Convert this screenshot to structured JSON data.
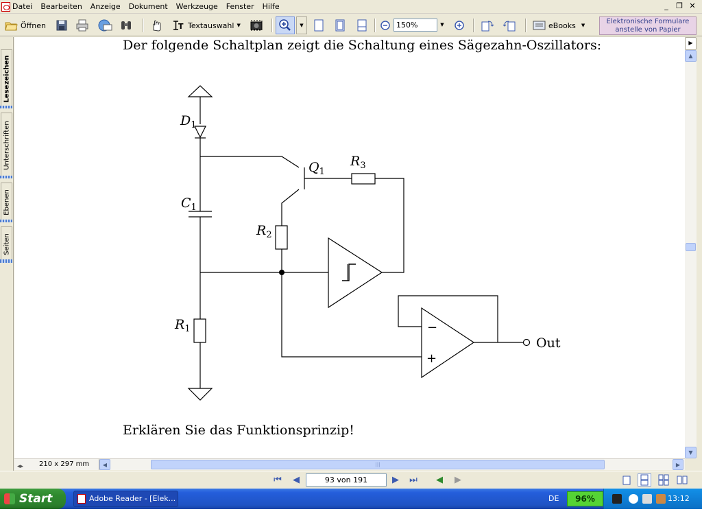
{
  "menubar": {
    "items": [
      "Datei",
      "Bearbeiten",
      "Anzeige",
      "Dokument",
      "Werkzeuge",
      "Fenster",
      "Hilfe"
    ],
    "minimize": "_",
    "restore": "❐",
    "close": "✕"
  },
  "toolbar": {
    "open_label": "Öffnen",
    "select_label": "Textauswahl",
    "zoom_value": "150%",
    "ebooks_label": "eBooks",
    "promo_line1": "Elektronische Formulare",
    "promo_line2": "anstelle von Papier"
  },
  "navtabs": [
    "Lesezeichen",
    "Unterschriften",
    "Ebenen",
    "Seiten"
  ],
  "document": {
    "intro": "Der folgende Schaltplan zeigt die Schaltung eines Sägezahn-Oszillators:",
    "question": "Erklären Sie das Funktionsprinzip!",
    "labels": {
      "d1": "D",
      "d1_sub": "1",
      "c1": "C",
      "c1_sub": "1",
      "r1": "R",
      "r1_sub": "1",
      "r2": "R",
      "r2_sub": "2",
      "r3": "R",
      "r3_sub": "3",
      "q1": "Q",
      "q1_sub": "1",
      "minus": "−",
      "plus": "+",
      "out": "Out"
    }
  },
  "hbar": {
    "page_size": "210 x 297 mm"
  },
  "statusbar": {
    "page_indicator": "93 von 191"
  },
  "taskbar": {
    "start_label": "Start",
    "task_label": "Adobe Reader - [Elek...",
    "language": "DE",
    "battery": "96%",
    "clock": "13:12"
  },
  "colors": {
    "taskbar_blue": "#245edb",
    "start_green": "#2f8a2f",
    "battery_green": "#55d335",
    "promo_bg": "#e8d3e6"
  }
}
